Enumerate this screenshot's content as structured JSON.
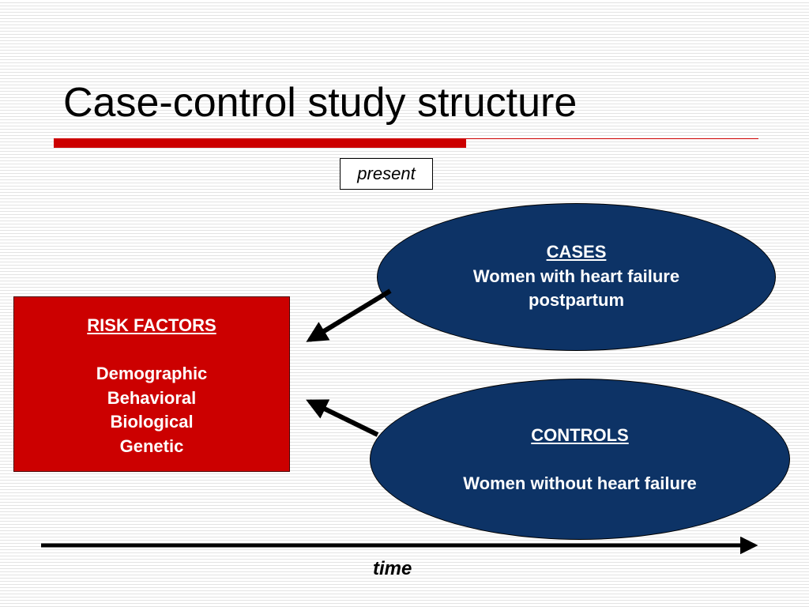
{
  "title": "Case-control study structure",
  "present_label": "present",
  "risk_factors": {
    "heading": "RISK FACTORS",
    "items": [
      "Demographic",
      "Behavioral",
      "Biological",
      "Genetic"
    ]
  },
  "cases": {
    "heading": "CASES",
    "lines": [
      "Women with heart failure",
      "postpartum"
    ]
  },
  "controls": {
    "heading": "CONTROLS",
    "lines": [
      "Women without heart failure"
    ]
  },
  "time_label": "time",
  "colors": {
    "accent_red": "#cc0000",
    "ellipse_blue": "#0d3366"
  }
}
